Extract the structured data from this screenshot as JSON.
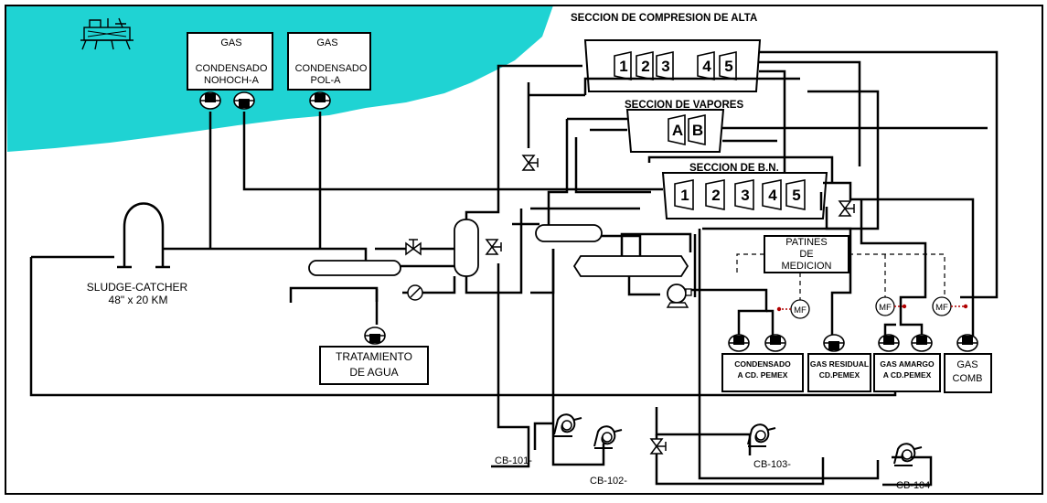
{
  "sections": {
    "alta": "SECCION DE COMPRESION DE ALTA",
    "vapores": "SECCION DE VAPORES",
    "bn": "SECCION DE B.N."
  },
  "compressors": {
    "alta": [
      "1",
      "2",
      "3",
      "4",
      "5"
    ],
    "vapores": [
      "A",
      "B"
    ],
    "bn": [
      "1",
      "2",
      "3",
      "4",
      "5"
    ]
  },
  "platforms": {
    "nohoch": {
      "line1": "GAS",
      "line2": "CONDENSADO",
      "line3": "NOHOCH-A"
    },
    "pol": {
      "line1": "GAS",
      "line2": "CONDENSADO",
      "line3": "POL-A"
    }
  },
  "sludge": {
    "line1": "SLUDGE-CATCHER",
    "line2": "48\" x 20 KM"
  },
  "water": {
    "line1": "TRATAMIENTO",
    "line2": "DE AGUA"
  },
  "patines": {
    "line1": "PATINES",
    "line2": "DE",
    "line3": "MEDICION"
  },
  "meter_label": "MF",
  "outputs": {
    "condensado": {
      "line1": "CONDENSADO",
      "line2": "A CD. PEMEX"
    },
    "residual": {
      "line1": "GAS RESIDUAL",
      "line2": "CD.PEMEX"
    },
    "amargo": {
      "line1": "GAS AMARGO",
      "line2": "A CD.PEMEX"
    },
    "comb": {
      "line1": "GAS",
      "line2": "COMB"
    }
  },
  "pumps": {
    "cb101": "CB-101-",
    "cb102": "CB-102-",
    "cb103": "CB-103-",
    "cb104": "CB-104"
  },
  "colors": {
    "sea": "#1fd3d3",
    "line": "#000000",
    "meter_signal": "#b00000"
  },
  "icons": [
    "offshore-platform-icon",
    "compressor-stage-icon",
    "control-valve-icon",
    "pump-icon",
    "flow-meter-icon",
    "heat-exchanger-icon"
  ]
}
